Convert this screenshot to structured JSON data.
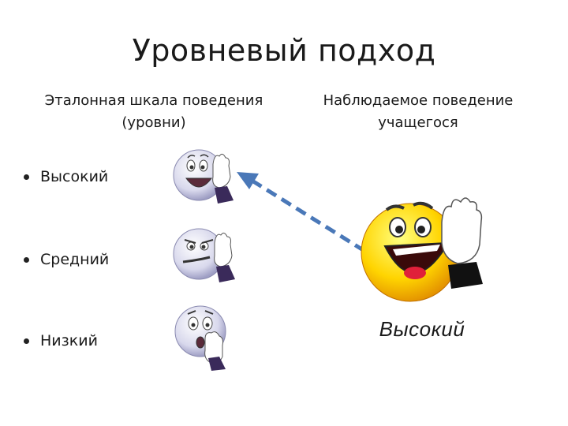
{
  "slide": {
    "title": "Уровневый подход",
    "left_heading": "Эталонная шкала поведения (уровни)",
    "right_heading": "Наблюдаемое поведение учащегося",
    "levels": [
      "Высокий",
      "Средний",
      "Низкий"
    ],
    "result_label": "Высокий"
  },
  "icons": {
    "small_high": "raised-hand-smiley-icon",
    "small_mid": "smirking-smiley-icon",
    "small_low": "worried-smiley-icon",
    "large": "happy-raised-hand-smiley-icon",
    "arrow": "dashed-arrow-icon"
  },
  "colors": {
    "arrow": "#4a78b8",
    "large_face": "#ffd400",
    "small_face": "#d8d8ec"
  }
}
